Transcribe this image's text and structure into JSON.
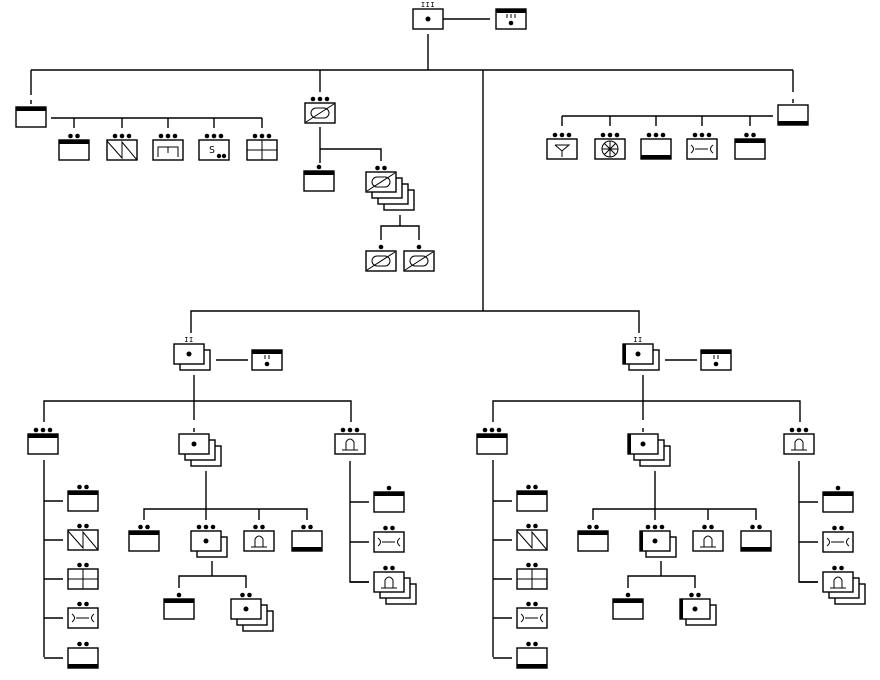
{
  "colors": {
    "ink": "#000000",
    "background": "#ffffff"
  },
  "root": {
    "icon": "dot",
    "mark": "III",
    "dots": 0,
    "layers": 1,
    "bar": "none"
  },
  "root_peer": {
    "icon": "iii-dot",
    "dots": 0,
    "layers": 1,
    "bar": "top"
  },
  "branch_a": {
    "node": {
      "icon": "blank",
      "dots": 0,
      "layers": 1,
      "bar": "top"
    },
    "children": [
      {
        "icon": "blank",
        "dots": 2,
        "layers": 1,
        "bar": "top"
      },
      {
        "icon": "zigzag",
        "dots": 3,
        "layers": 1,
        "bar": "none"
      },
      {
        "icon": "bracket",
        "dots": 3,
        "layers": 1,
        "bar": "none"
      },
      {
        "icon": "s-dots",
        "dots": 3,
        "layers": 1,
        "bar": "none"
      },
      {
        "icon": "grid",
        "dots": 3,
        "layers": 1,
        "bar": "none"
      }
    ]
  },
  "branch_b": {
    "node": {
      "icon": "ellipse-slash",
      "dots": 3,
      "layers": 1,
      "bar": "none"
    },
    "children": [
      {
        "icon": "blank",
        "dots": 1,
        "layers": 1,
        "bar": "top"
      },
      {
        "icon": "ellipse-slash",
        "dots": 2,
        "layers": 4,
        "bar": "none"
      }
    ],
    "grandchildren": [
      {
        "icon": "ellipse-slash",
        "dots": 1,
        "layers": 1,
        "bar": "none"
      },
      {
        "icon": "ellipse-slash",
        "dots": 1,
        "layers": 1,
        "bar": "none"
      }
    ]
  },
  "branch_c": {
    "node": {
      "icon": "blank",
      "dots": 0,
      "layers": 1,
      "bar": "bottom"
    },
    "children": [
      {
        "icon": "funnel",
        "dots": 3,
        "layers": 1,
        "bar": "none"
      },
      {
        "icon": "wheel",
        "dots": 3,
        "layers": 1,
        "bar": "none"
      },
      {
        "icon": "blank",
        "dots": 3,
        "layers": 1,
        "bar": "bottom"
      },
      {
        "icon": "wrench",
        "dots": 3,
        "layers": 1,
        "bar": "none"
      },
      {
        "icon": "blank",
        "dots": 2,
        "layers": 1,
        "bar": "top"
      }
    ]
  },
  "subtrees": [
    {
      "node": {
        "icon": "dot",
        "mark": "II",
        "dots": 0,
        "layers": 2,
        "bar": "none"
      },
      "peer": {
        "icon": "ii-dot",
        "dots": 0,
        "layers": 1,
        "bar": "top"
      },
      "left": {
        "icon": "blank",
        "dots": 3,
        "layers": 1,
        "bar": "top"
      },
      "middle": {
        "icon": "dot",
        "dots": 0,
        "layers": 3,
        "bar": "none"
      },
      "right": {
        "icon": "bell",
        "dots": 3,
        "layers": 1,
        "bar": "none"
      },
      "left_column": [
        {
          "icon": "blank",
          "dots": 2,
          "layers": 1,
          "bar": "top"
        },
        {
          "icon": "zigzag",
          "dots": 2,
          "layers": 1,
          "bar": "none"
        },
        {
          "icon": "grid",
          "dots": 2,
          "layers": 1,
          "bar": "none"
        },
        {
          "icon": "wrench",
          "dots": 2,
          "layers": 1,
          "bar": "none"
        },
        {
          "icon": "blank",
          "dots": 2,
          "layers": 1,
          "bar": "bottom"
        }
      ],
      "middle_row": [
        {
          "icon": "blank",
          "dots": 2,
          "layers": 1,
          "bar": "top"
        },
        {
          "icon": "dot",
          "dots": 3,
          "layers": 2,
          "bar": "none"
        },
        {
          "icon": "bell",
          "dots": 2,
          "layers": 1,
          "bar": "none"
        },
        {
          "icon": "blank",
          "dots": 2,
          "layers": 1,
          "bar": "bottom"
        }
      ],
      "middle_grandchildren": [
        {
          "icon": "blank",
          "dots": 1,
          "layers": 1,
          "bar": "top"
        },
        {
          "icon": "dot",
          "dots": 2,
          "layers": 3,
          "bar": "none"
        }
      ],
      "right_column": [
        {
          "icon": "blank",
          "dots": 1,
          "layers": 1,
          "bar": "top"
        },
        {
          "icon": "wrench",
          "dots": 2,
          "layers": 1,
          "bar": "none"
        },
        {
          "icon": "bell",
          "dots": 2,
          "layers": 3,
          "bar": "none"
        }
      ]
    },
    {
      "node": {
        "icon": "dot",
        "mark": "II",
        "dots": 0,
        "layers": 2,
        "bar": "left"
      },
      "peer": {
        "icon": "ii-dot",
        "dots": 0,
        "layers": 1,
        "bar": "top"
      },
      "left": {
        "icon": "blank",
        "dots": 3,
        "layers": 1,
        "bar": "top"
      },
      "middle": {
        "icon": "dot",
        "dots": 0,
        "layers": 3,
        "bar": "left"
      },
      "right": {
        "icon": "bell",
        "dots": 3,
        "layers": 1,
        "bar": "none"
      },
      "left_column": [
        {
          "icon": "blank",
          "dots": 2,
          "layers": 1,
          "bar": "top"
        },
        {
          "icon": "zigzag",
          "dots": 2,
          "layers": 1,
          "bar": "none"
        },
        {
          "icon": "grid",
          "dots": 2,
          "layers": 1,
          "bar": "none"
        },
        {
          "icon": "wrench",
          "dots": 2,
          "layers": 1,
          "bar": "none"
        },
        {
          "icon": "blank",
          "dots": 2,
          "layers": 1,
          "bar": "bottom"
        }
      ],
      "middle_row": [
        {
          "icon": "blank",
          "dots": 2,
          "layers": 1,
          "bar": "top"
        },
        {
          "icon": "dot",
          "dots": 3,
          "layers": 2,
          "bar": "left"
        },
        {
          "icon": "bell",
          "dots": 2,
          "layers": 1,
          "bar": "none"
        },
        {
          "icon": "blank",
          "dots": 2,
          "layers": 1,
          "bar": "bottom"
        }
      ],
      "middle_grandchildren": [
        {
          "icon": "blank",
          "dots": 1,
          "layers": 1,
          "bar": "top"
        },
        {
          "icon": "dot",
          "dots": 2,
          "layers": 2,
          "bar": "left"
        }
      ],
      "right_column": [
        {
          "icon": "blank",
          "dots": 1,
          "layers": 1,
          "bar": "top"
        },
        {
          "icon": "wrench",
          "dots": 2,
          "layers": 1,
          "bar": "none"
        },
        {
          "icon": "bell",
          "dots": 2,
          "layers": 3,
          "bar": "none"
        }
      ]
    }
  ]
}
